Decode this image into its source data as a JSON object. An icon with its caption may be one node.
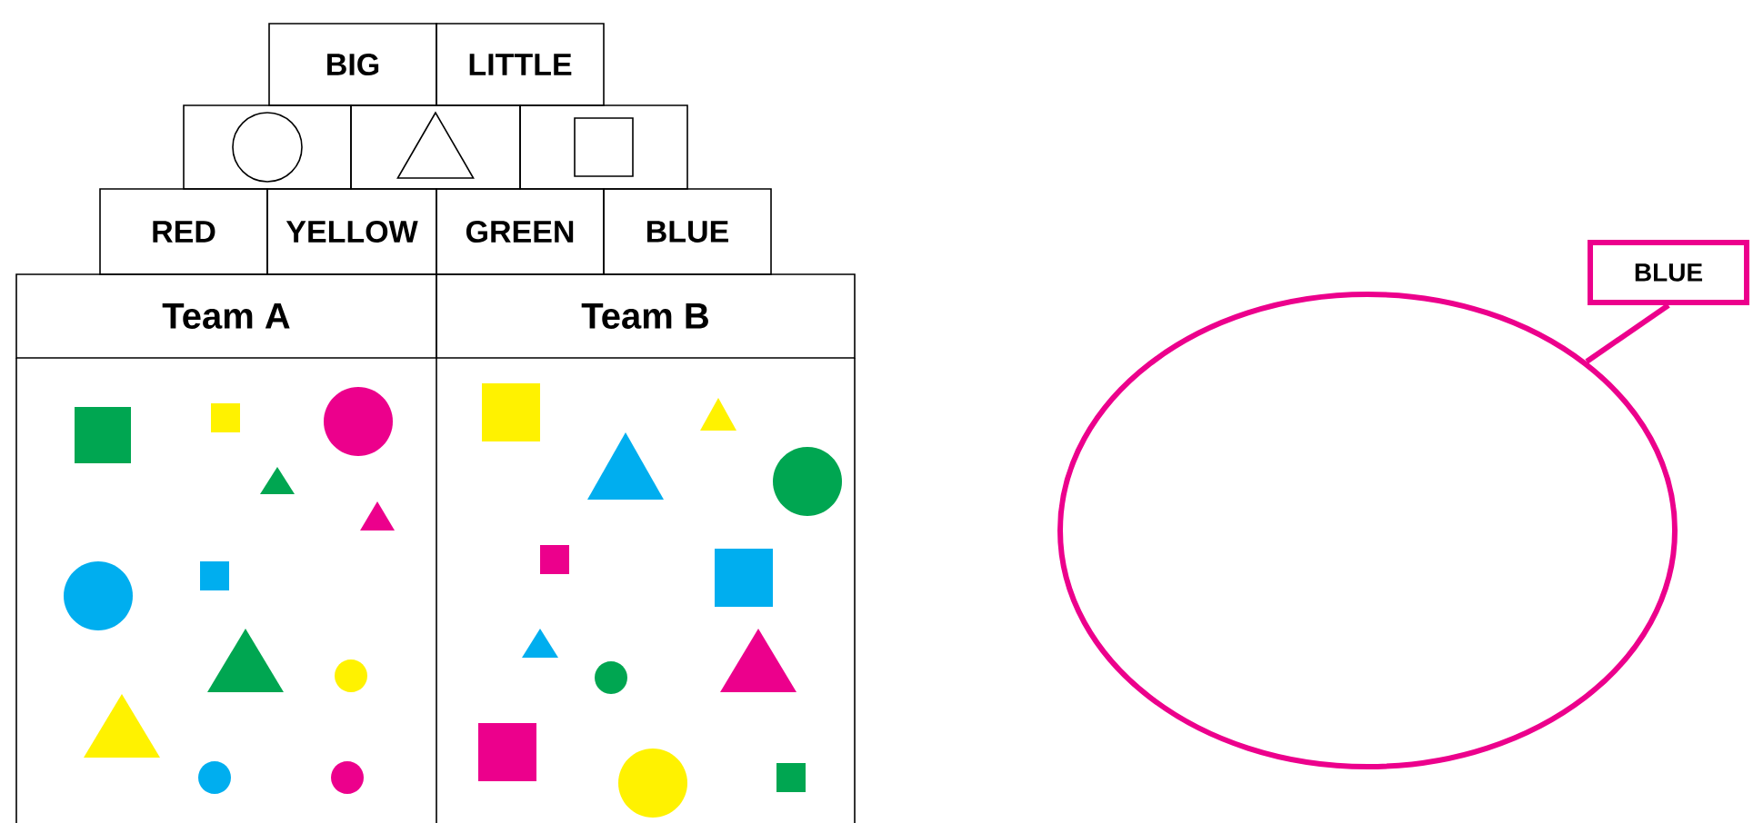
{
  "diagram": {
    "nodes": [
      {
        "text": [
          "BIG"
        ]
      },
      {
        "text": [
          "LITTLE"
        ]
      },
      {
        "text": [],
        "shape": "circle"
      },
      {
        "text": [],
        "shape": "triangle"
      },
      {
        "text": [],
        "shape": "box"
      },
      {
        "text": [
          "RED"
        ]
      },
      {
        "text": [
          "YELLOW"
        ]
      },
      {
        "text": [
          "GREEN"
        ]
      },
      {
        "text": [
          "BLUE"
        ]
      },
      {
        "text": [
          "Team A"
        ]
      },
      {
        "text": [
          "Team B"
        ]
      },
      {
        "text": [],
        "shape": "ellipse"
      },
      {
        "text": [
          "BLUE"
        ]
      }
    ],
    "edges": [
      {
        "from": 12,
        "to": 11,
        "arrow": "none"
      }
    ]
  }
}
